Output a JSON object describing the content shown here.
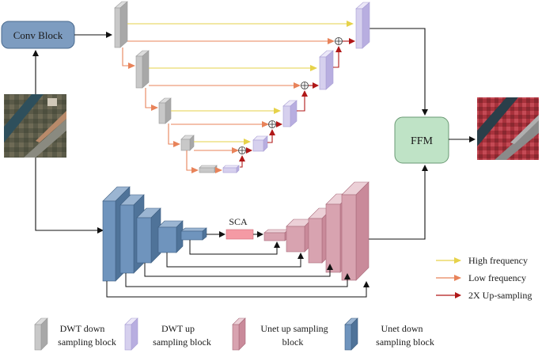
{
  "nodes": {
    "conv_block": "Conv Block",
    "ffm": "FFM",
    "sca": "SCA"
  },
  "arrow_legend": [
    {
      "label": "High frequency",
      "color": "#e6d24a"
    },
    {
      "label": "Low frequency",
      "color": "#e8835a"
    },
    {
      "label": "2X Up-sampling",
      "color": "#b01818"
    }
  ],
  "block_legend": [
    {
      "line1": "DWT down",
      "line2": "sampling block",
      "color": "#c8c8c8"
    },
    {
      "line1": "DWT up",
      "line2": "sampling block",
      "color": "#d6d0ee"
    },
    {
      "line1": "Unet up sampling",
      "line2": "block",
      "color": "#d8a3b0"
    },
    {
      "line1": "Unet down",
      "line2": "sampling block",
      "color": "#6f94bd"
    }
  ],
  "colors": {
    "high_frequency": "#e6d24a",
    "low_frequency": "#e8835a",
    "upsampling": "#b01818",
    "dwt_down": "#c8c8c8",
    "dwt_up": "#d6d0ee",
    "unet_up": "#d8a3b0",
    "unet_down": "#6f94bd",
    "conv_block": "#7d9cc0",
    "ffm": "#bfe3c6"
  },
  "images": {
    "input": "input-satellite-image",
    "output": "output-false-color-image"
  }
}
